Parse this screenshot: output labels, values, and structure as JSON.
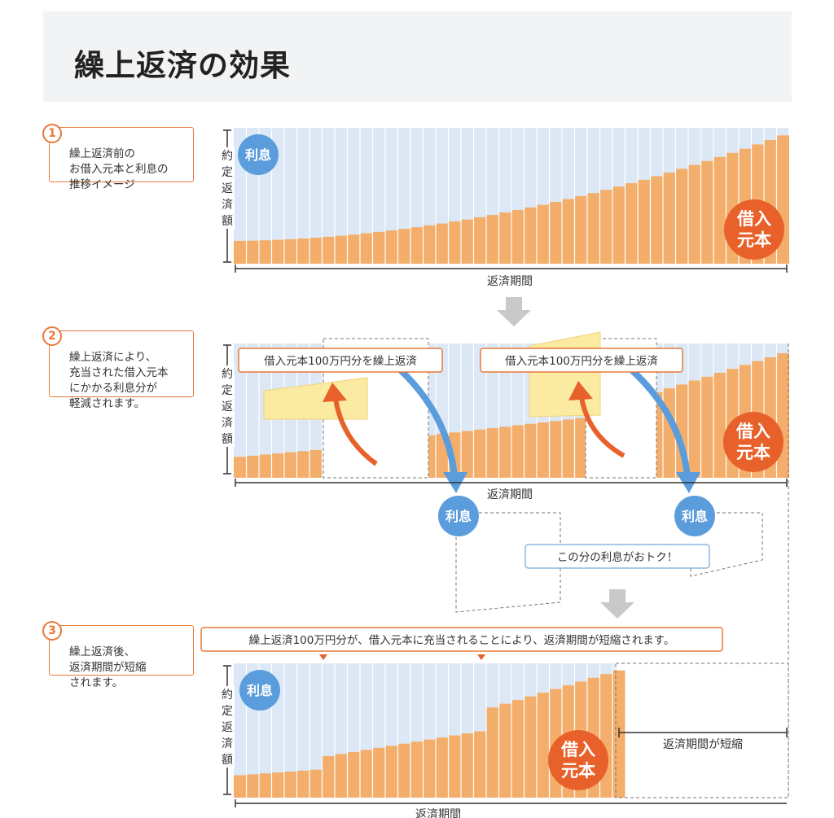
{
  "page_title": "繰上返済の効果",
  "steps": [
    {
      "num": "1",
      "text": "繰上返済前の\nお借入元本と利息の\n推移イメージ"
    },
    {
      "num": "2",
      "text": "繰上返済により、\n充当された借入元本\nにかかる利息分が\n軽減されます。"
    },
    {
      "num": "3",
      "text": "繰上返済後、\n返済期間が短縮\nされます。"
    }
  ],
  "labels": {
    "vertical_axis": "約定返済額",
    "horizontal_axis": "返済期間",
    "interest": "利息",
    "principal_line1": "借入",
    "principal_line2": "元本",
    "prepay_callout": "借入元本100万円分を繰上返済",
    "savings_callout": "この分の利息がおトク！",
    "result_callout": "繰上返済100万円分が、借入元本に充当されることにより、返済期間が短縮されます。",
    "shortened": "返済期間が短縮"
  },
  "colors": {
    "orange": "#f4ae6b",
    "orange_dark": "#e8612a",
    "blue_light": "#dce8f5",
    "blue_circle": "#5b9ddc",
    "yellow": "#fbeaa2",
    "gray_arrow": "#c9c9c9"
  }
}
